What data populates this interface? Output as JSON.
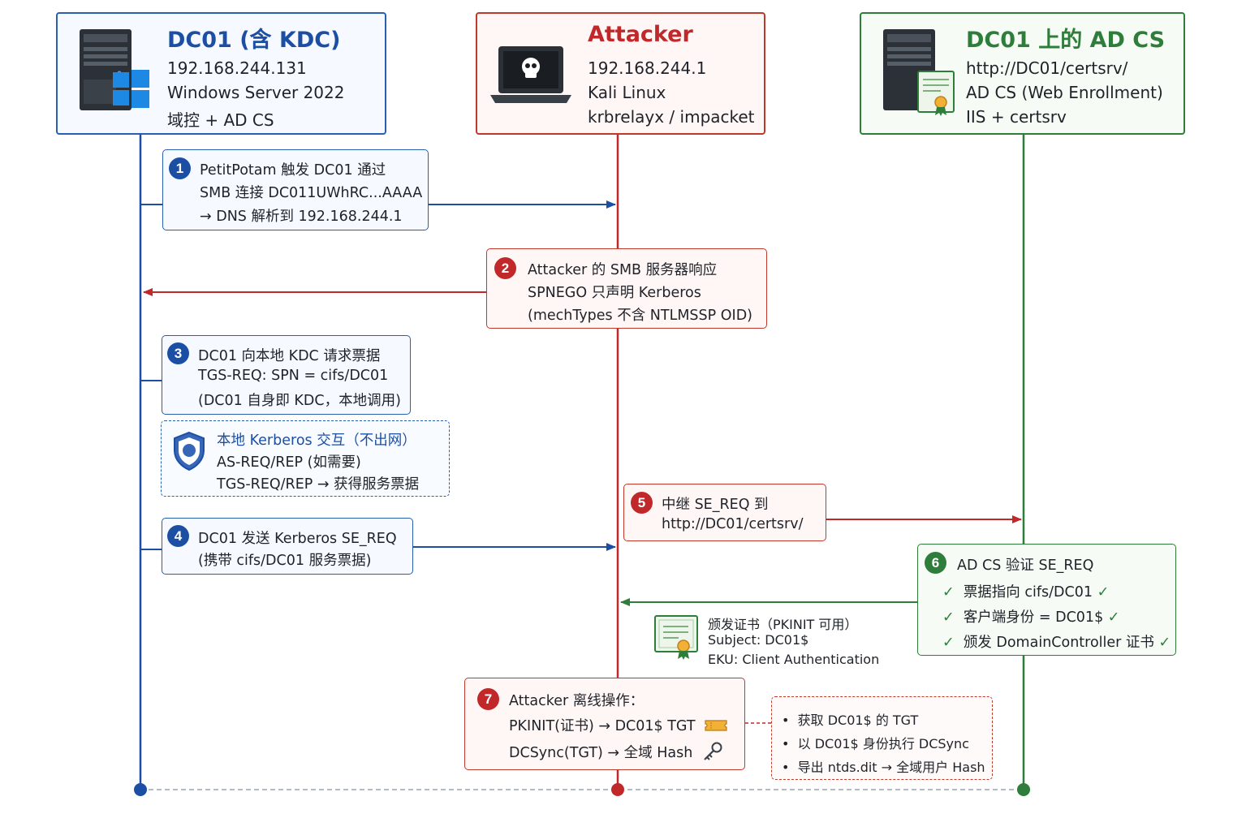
{
  "participants": {
    "dc01": {
      "title": "DC01 (含 KDC)",
      "lines": [
        "192.168.244.131",
        "Windows Server 2022",
        "域控 + AD CS"
      ],
      "color": "#1c4fa3"
    },
    "attacker": {
      "title": "Attacker",
      "lines": [
        "192.168.244.1",
        "Kali Linux",
        "krbrelayx / impacket"
      ],
      "color": "#c0282a"
    },
    "adcs": {
      "title": "DC01 上的 AD CS",
      "lines": [
        "http://DC01/certsrv/",
        "AD CS (Web Enrollment)",
        "IIS + certsrv"
      ],
      "color": "#2e7d3a"
    }
  },
  "steps": {
    "s1": {
      "num": "1",
      "lines": [
        "PetitPotam 触发 DC01 通过",
        "SMB 连接 DC011UWhRC...AAAA",
        "→ DNS 解析到 192.168.244.1"
      ]
    },
    "s2": {
      "num": "2",
      "lines": [
        "Attacker 的 SMB 服务器响应",
        "SPNEGO 只声明 Kerberos",
        "(mechTypes 不含 NTLMSSP OID)"
      ]
    },
    "s3": {
      "num": "3",
      "lines": [
        "DC01 向本地 KDC 请求票据",
        "TGS-REQ: SPN = cifs/DC01",
        "(DC01 自身即 KDC，本地调用)"
      ]
    },
    "local": {
      "lines": [
        "本地 Kerberos 交互（不出网）",
        "AS-REQ/REP (如需要)",
        "TGS-REQ/REP → 获得服务票据"
      ]
    },
    "s4": {
      "num": "4",
      "lines": [
        "DC01 发送 Kerberos SE_REQ",
        "(携带 cifs/DC01 服务票据)"
      ]
    },
    "s5": {
      "num": "5",
      "lines": [
        "中继 SE_REQ 到",
        "http://DC01/certsrv/"
      ]
    },
    "s6": {
      "num": "6",
      "title": "AD CS 验证 SE_REQ",
      "checks": [
        "票据指向 cifs/DC01",
        "客户端身份 = DC01$",
        "颁发 DomainController 证书"
      ]
    },
    "cert": {
      "lines": [
        "颁发证书（PKINIT 可用）",
        "Subject: DC01$",
        "EKU: Client Authentication"
      ]
    },
    "s7": {
      "num": "7",
      "lines": [
        "Attacker 离线操作：",
        "PKINIT(证书) → DC01$ TGT",
        "DCSync(TGT) → 全域 Hash"
      ]
    },
    "notes": {
      "lines": [
        "获取 DC01$ 的 TGT",
        "以 DC01$ 身份执行 DCSync",
        "导出 ntds.dit → 全域用户 Hash"
      ]
    }
  }
}
